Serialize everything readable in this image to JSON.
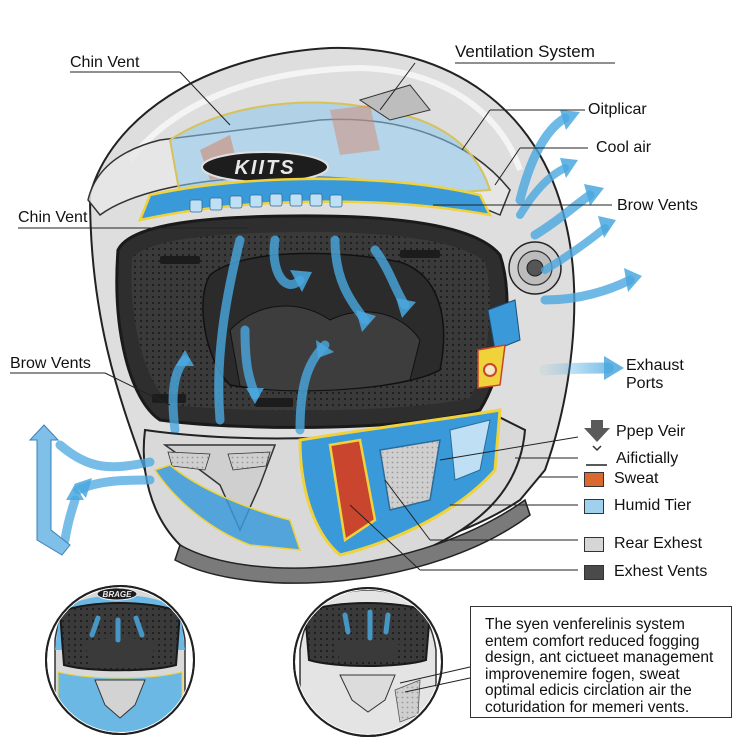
{
  "diagram": {
    "title": "Ventilation System",
    "callouts": {
      "chin_vent_top": "Chin Vent",
      "chin_vent_mid": "Chin Vent",
      "brow_vents_left": "Brow Vents",
      "oitplicar": "Oitplicar",
      "cool_air": "Cool air",
      "brow_vents_right": "Brow Vents",
      "exhaust_ports_line1": "Exhaust",
      "exhaust_ports_line2": "Ports"
    },
    "helmet_logo_text": "KIITS",
    "inset_logo_text": "BRAGE"
  },
  "legend": {
    "items": [
      {
        "label": "Ppep Veir",
        "icon": "down-arrow-icon",
        "color": "#5a5a5a"
      },
      {
        "label": "Aifictially",
        "icon": "line-icon",
        "color": "#222222"
      },
      {
        "label": "Sweat",
        "icon": "swatch",
        "color": "#d9692e"
      },
      {
        "label": "Humid Tier",
        "icon": "swatch",
        "color": "#9fd0ee"
      },
      {
        "label": "Rear Exhest",
        "icon": "swatch",
        "color": "#d6d6d6"
      },
      {
        "label": "Exhest Vents",
        "icon": "swatch",
        "color": "#4a4a4a"
      }
    ]
  },
  "note": {
    "lines": [
      "The syen venferelinis system",
      "entem comfort reduced fogging",
      "design, ant cictueet management",
      "improvenemire fogen, sweat",
      "optimal edicis circlation air the",
      "coturidation for memeri vents."
    ]
  },
  "colors": {
    "airflow": "#4aa8e0",
    "airflow_light": "#a9d8f3",
    "shell": "#d9d9d9",
    "shell_dark": "#8c8c8c",
    "liner": "#3b3b3b",
    "graphic_blue": "#3a9ad9",
    "graphic_yellow": "#f0d23a",
    "graphic_red": "#c9452e"
  }
}
